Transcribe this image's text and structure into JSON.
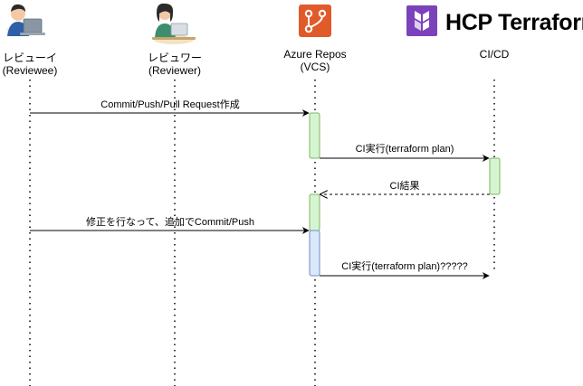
{
  "participants": {
    "reviewee": {
      "line1": "レビューイ",
      "line2": "(Reviewee)"
    },
    "reviewer": {
      "line1": "レビュワー",
      "line2": "(Reviewer)"
    },
    "vcs": {
      "line1": "Azure Repos",
      "line2": "(VCS)"
    },
    "cicd": {
      "brand": "HCP Terraform",
      "label": "CI/CD"
    }
  },
  "messages": {
    "m1": "Commit/Push/Pull Request作成",
    "m2": "CI実行(terraform plan)",
    "m3": "CI結果",
    "m4": "修正を行なって、追加でCommit/Push",
    "m5": "CI実行(terraform plan)?????"
  },
  "colors": {
    "azure_repos": "#e05a2a",
    "terraform_purple": "#7b42bc",
    "activation_green": "#d5f5d0",
    "activation_green_stroke": "#82b366",
    "activation_blue": "#dae8fc",
    "activation_blue_stroke": "#6c8ebf"
  }
}
